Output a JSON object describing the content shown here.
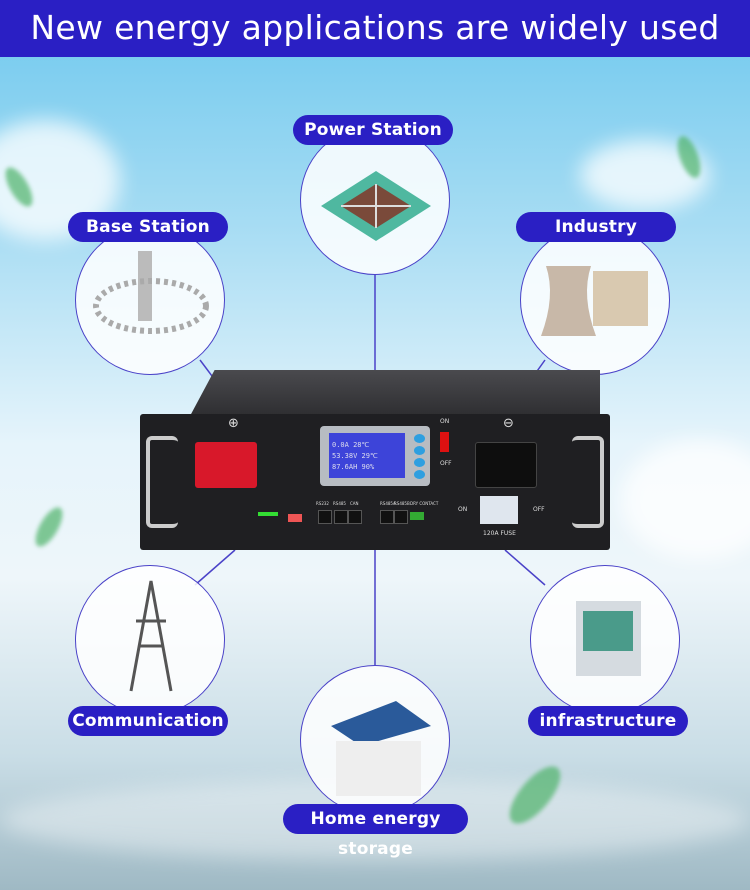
{
  "title": "New energy applications are widely used",
  "applications": [
    {
      "label": "Power Station",
      "icon": "solar-array-icon"
    },
    {
      "label": "Base Station",
      "icon": "solar-tower-icon"
    },
    {
      "label": "Industry",
      "icon": "cooling-tower-factory-icon"
    },
    {
      "label": "Communication",
      "icon": "transmission-tower-icon"
    },
    {
      "label": "infrastructure",
      "icon": "electrical-cabinet-icon"
    },
    {
      "label": "Home energy storage",
      "icon": "solar-house-icon"
    }
  ],
  "battery": {
    "positive": "⊕",
    "negative": "⊖",
    "lcd": [
      "0.0A",
      "28℃",
      "53.38V",
      "29℃",
      "87.6AH",
      "90%"
    ],
    "switch_on": "ON",
    "switch_off": "OFF",
    "breaker_on": "ON",
    "breaker_off": "OFF",
    "fuse": "120A FUSE",
    "ports": [
      "RS232",
      "RS485",
      "CAN",
      "RS485A",
      "RS485B",
      "DRY CONTACT"
    ]
  }
}
